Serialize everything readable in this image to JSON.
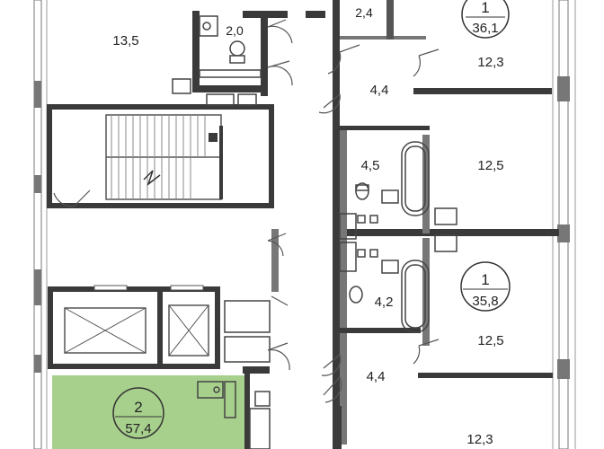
{
  "rooms": {
    "r_13_5": "13,5",
    "r_2_0": "2,0",
    "r_2_4": "2,4",
    "r_12_3_top": "12,3",
    "r_4_4_top": "4,4",
    "r_4_5": "4,5",
    "r_12_5_top": "12,5",
    "r_4_2": "4,2",
    "r_12_5_bottom": "12,5",
    "r_4_4_bottom": "4,4",
    "r_12_3_bottom": "12,3"
  },
  "apartments": [
    {
      "rooms": "1",
      "area": "36,1"
    },
    {
      "rooms": "1",
      "area": "35,8"
    },
    {
      "rooms": "2",
      "area": "57,4"
    }
  ],
  "colors": {
    "wall": "#3a3a3a",
    "window": "#9a9a9a",
    "highlight": "#a8d08d",
    "line": "#555555"
  }
}
